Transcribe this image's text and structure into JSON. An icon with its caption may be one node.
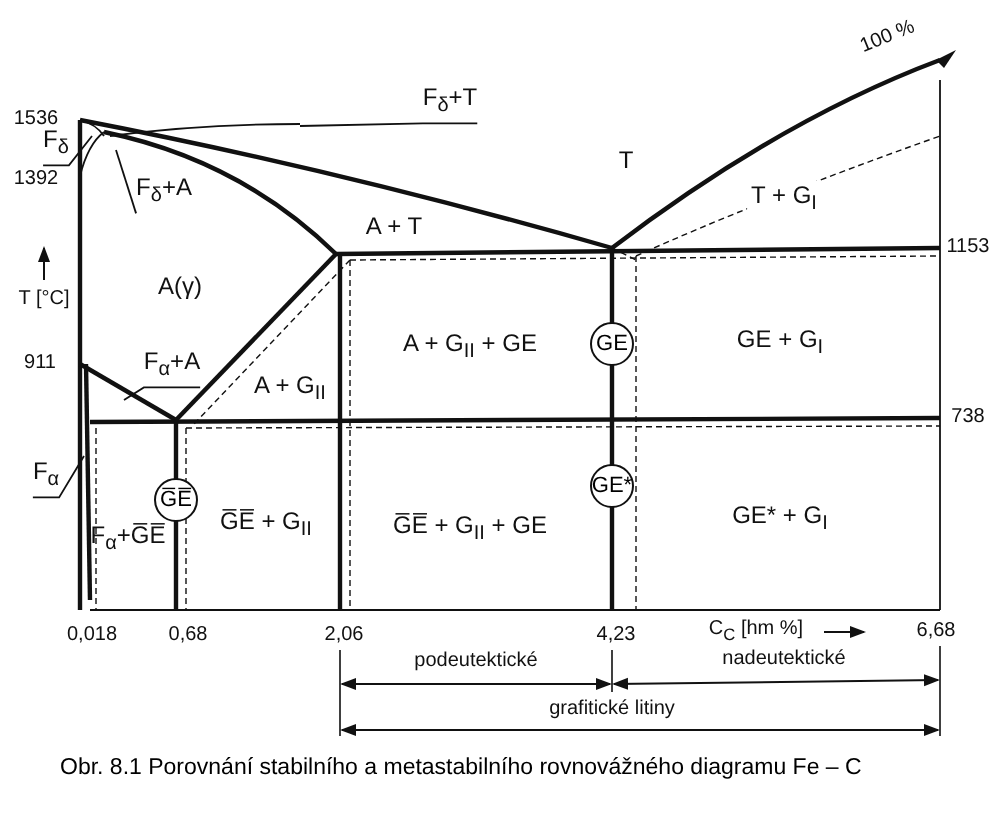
{
  "diagram": {
    "caption": "Obr. 8.1  Porovnání stabilního a metastabilního rovnovážného diagramu Fe – C",
    "nodes": [
      {
        "text": [
          "F$_{δ}$+T"
        ]
      },
      {
        "text": [
          "F$_{δ}$"
        ]
      },
      {
        "text": [
          "F$_{δ}$+A"
        ]
      },
      {
        "text": [
          "F$_{α}$+A"
        ]
      },
      {
        "text": [
          "F$_{α}$"
        ]
      },
      {
        "text": [
          "G̅E̅"
        ]
      },
      {
        "text": [
          "GE"
        ]
      },
      {
        "text": [
          "GE*"
        ]
      }
    ],
    "edges": [
      {
        "from": 0,
        "to": null,
        "arrow": "none"
      },
      {
        "from": 1,
        "to": null,
        "arrow": "none"
      },
      {
        "from": 2,
        "to": null,
        "arrow": "none"
      },
      {
        "from": 3,
        "to": null,
        "arrow": "none"
      },
      {
        "from": 4,
        "to": null,
        "arrow": "none"
      }
    ],
    "labels": [
      "1536",
      "1392",
      "T [°C]",
      "911",
      "A(γ)",
      "A + T",
      "T",
      "T + G$_{I}$",
      "1153",
      "A + G$_{II}$",
      "A + G$_{II}$ + GE",
      "GE + G$_{I}$",
      "738",
      "F$_{α}$+G̅E̅",
      "G̅E̅ + G$_{II}$",
      "G̅E̅ + G$_{II}$ + GE",
      "GE* + G$_{I}$",
      "0,018",
      "0,68",
      "2,06",
      "4,23",
      "C$_{C}$ [hm %]",
      "6,68",
      "podeutektické",
      "nadeutektické",
      "grafitické litiny",
      "100 %"
    ]
  }
}
